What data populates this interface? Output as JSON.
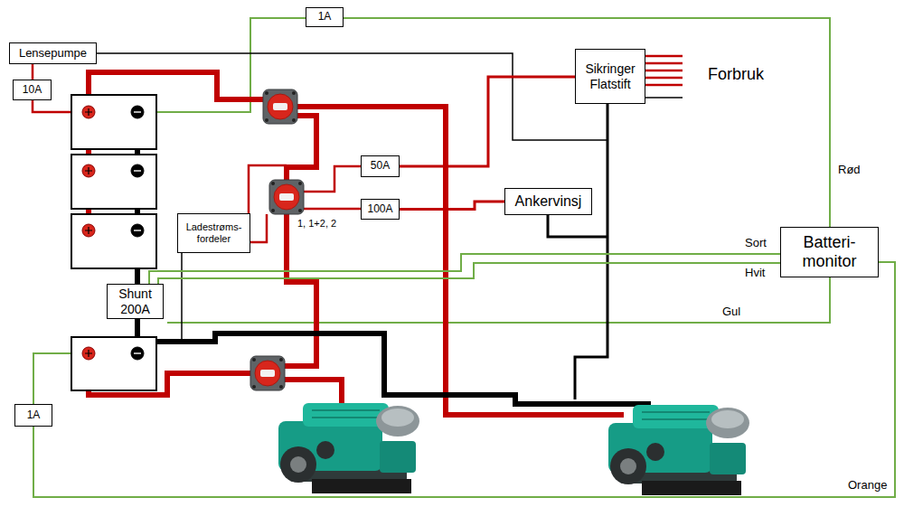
{
  "diagram": {
    "nodes": [
      {
        "text": [
          "1A"
        ]
      },
      {
        "text": [
          "Lensepumpe"
        ]
      },
      {
        "text": [
          "Sikringer Flatstift"
        ]
      },
      {
        "text": [
          "10A"
        ]
      },
      {
        "text": [
          "50A"
        ]
      },
      {
        "text": [
          "Ankervinsj"
        ]
      },
      {
        "text": [
          "100A"
        ]
      },
      {
        "text": [
          "Ladestrøms- fordeler"
        ]
      },
      {
        "text": [
          "Batteri- monitor"
        ]
      },
      {
        "text": [
          "Shunt 200A"
        ]
      },
      {
        "text": [
          "1A"
        ]
      }
    ],
    "edges": [
      {
        "from": 1,
        "to": 3,
        "arrow": "none"
      },
      {
        "from": 0,
        "to": 8,
        "arrow": "none",
        "label": "Rød"
      },
      {
        "from": 4,
        "to": 2,
        "arrow": "none"
      },
      {
        "from": 6,
        "to": 5,
        "arrow": "none"
      },
      {
        "from": 9,
        "to": 8,
        "arrow": "none",
        "label": "Sort"
      },
      {
        "from": 9,
        "to": 8,
        "arrow": "none",
        "label": "Hvit"
      },
      {
        "from": 10,
        "to": 8,
        "arrow": "none",
        "label": "Orange"
      }
    ],
    "labels": [
      "Forbruk",
      "1, 1+2, 2",
      "Gul"
    ]
  }
}
